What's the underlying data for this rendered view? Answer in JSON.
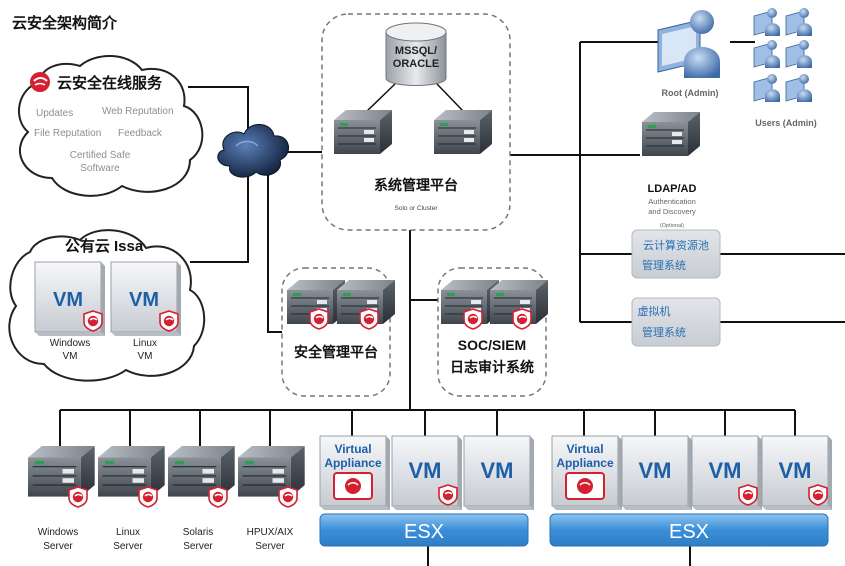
{
  "title": "云安全架构简介",
  "cloud_service": {
    "title": "云安全在线服务",
    "items": [
      "Updates",
      "Web Reputation",
      "File Reputation",
      "Feedback"
    ],
    "certified_line1": "Certified Safe",
    "certified_line2": "Software"
  },
  "public_cloud": {
    "title": "公有云 Issa",
    "vm_label": "VM",
    "windows_line1": "Windows",
    "windows_line2": "VM",
    "linux_line1": "Linux",
    "linux_line2": "VM"
  },
  "mgmt_platform": {
    "db_line1": "MSSQL/",
    "db_line2": "ORACLE",
    "title": "系统管理平台",
    "subtitle": "Solo or Cluster"
  },
  "security_mgmt": {
    "title": "安全管理平台"
  },
  "soc": {
    "title_line1": "SOC/SIEM",
    "title_line2": "日志审计系统"
  },
  "admin": {
    "root": "Root (Admin)",
    "users": "Users (Admin)"
  },
  "ldap": {
    "title": "LDAP/AD",
    "sub_line1": "Authentication",
    "sub_line2": "and Discovery",
    "optional": "(Optional)"
  },
  "cloud_pool": {
    "line1": "云计算资源池",
    "line2": "管理系统"
  },
  "vm_mgmt": {
    "line1": "虚拟机",
    "line2": "管理系统"
  },
  "servers": [
    {
      "line1": "Windows",
      "line2": "Server"
    },
    {
      "line1": "Linux",
      "line2": "Server"
    },
    {
      "line1": "Solaris",
      "line2": "Server"
    },
    {
      "line1": "HPUX/AIX",
      "line2": "Server"
    }
  ],
  "esx": {
    "label": "ESX",
    "va_line1": "Virtual",
    "va_line2": "Appliance",
    "vm_label": "VM"
  },
  "colors": {
    "brand_red": "#d42030",
    "vm_blue": "#1e5fa8",
    "esx_blue": "#3a8fd8",
    "mgmt_box_fill": "#d4d8de",
    "mgmt_box_text": "#2a6fb5",
    "line": "#111111"
  }
}
